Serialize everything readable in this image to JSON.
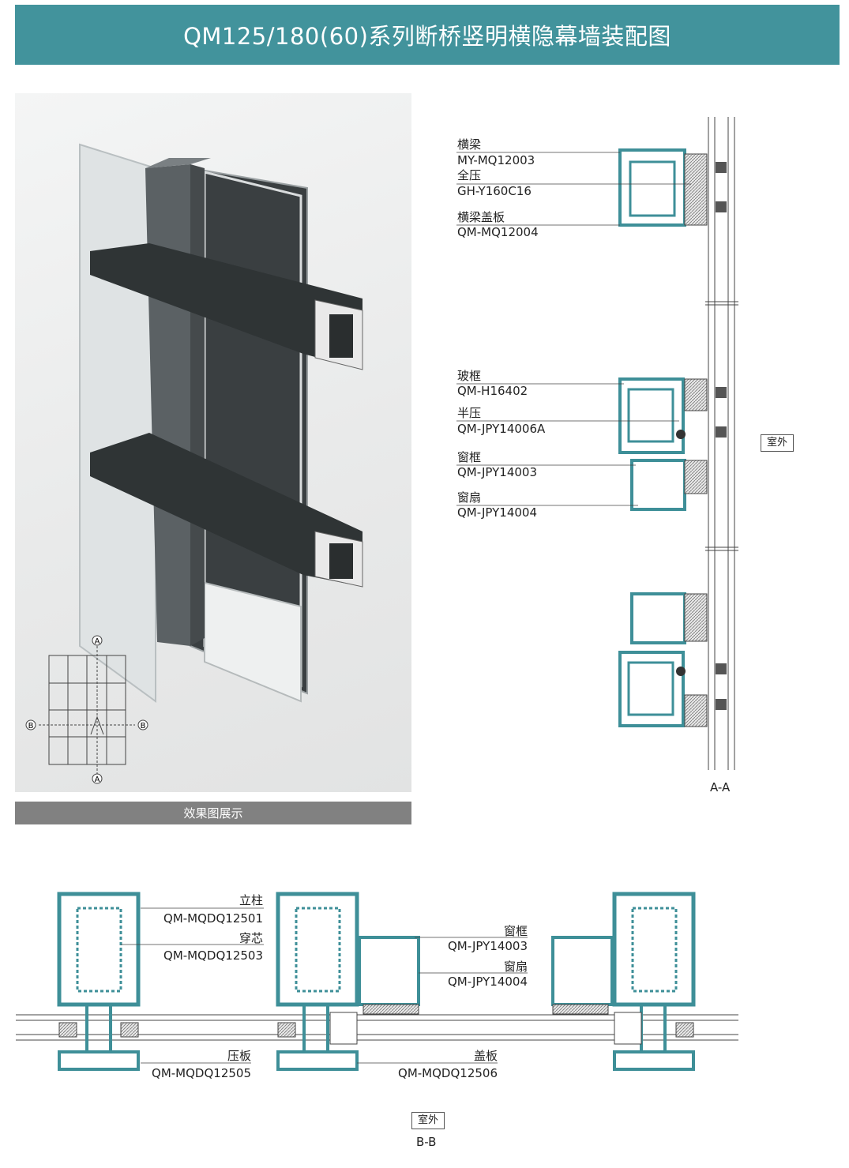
{
  "header": {
    "title": "QM125/180(60)系列断桥竖明横隐幕墙装配图"
  },
  "render": {
    "caption": "效果图展示"
  },
  "keyplan": {
    "marker_a": "A",
    "marker_b": "B"
  },
  "section_aa": {
    "label": "A-A",
    "exterior": "室外",
    "parts": [
      {
        "name": "横梁",
        "code": "MY-MQ12003"
      },
      {
        "name": "全压",
        "code": "GH-Y160C16"
      },
      {
        "name": "横梁盖板",
        "code": "QM-MQ12004"
      },
      {
        "name": "玻框",
        "code": "QM-H16402"
      },
      {
        "name": "半压",
        "code": "QM-JPY14006A"
      },
      {
        "name": "窗框",
        "code": "QM-JPY14003"
      },
      {
        "name": "窗扇",
        "code": "QM-JPY14004"
      }
    ]
  },
  "section_bb": {
    "label": "B-B",
    "exterior": "室外",
    "parts": [
      {
        "name": "立柱",
        "code": "QM-MQDQ12501"
      },
      {
        "name": "穿芯",
        "code": "QM-MQDQ12503"
      },
      {
        "name": "压板",
        "code": "QM-MQDQ12505"
      },
      {
        "name": "窗框",
        "code": "QM-JPY14003"
      },
      {
        "name": "窗扇",
        "code": "QM-JPY14004"
      },
      {
        "name": "盖板",
        "code": "QM-MQDQ12506"
      }
    ]
  },
  "colors": {
    "header": "#42939c",
    "profile": "#3e8f98",
    "caption_bar": "#818181"
  }
}
